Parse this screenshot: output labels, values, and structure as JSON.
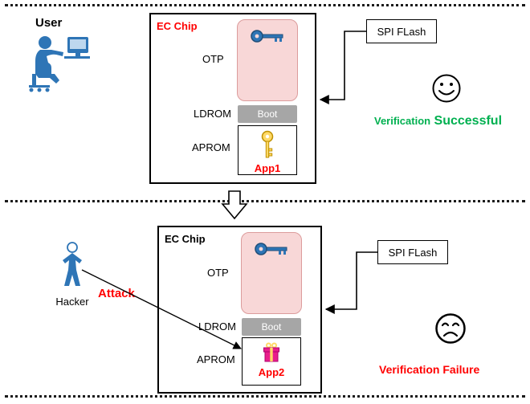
{
  "top": {
    "user_label": "User",
    "chip": {
      "title": "EC Chip",
      "otp": "OTP",
      "ldrom": "LDROM",
      "aprom": "APROM",
      "boot": "Boot",
      "app": "App1"
    },
    "spi_flash": "SPI FLash",
    "verify_word1": "Verification",
    "verify_word2": "Successful"
  },
  "bottom": {
    "hacker_label": "Hacker",
    "attack_label": "Attack",
    "chip": {
      "title": "EC Chip",
      "otp": "OTP",
      "ldrom": "LDROM",
      "aprom": "APROM",
      "boot": "Boot",
      "app": "App2"
    },
    "spi_flash": "SPI FLash",
    "verify": "Verification Failure"
  },
  "icons": {
    "user": "user-at-computer-icon",
    "hacker": "hacker-person-icon",
    "key_top": "blue-key-icon",
    "key_app1": "yellow-key-icon",
    "gift_app2": "malicious-gift-icon",
    "happy": "smiley-face-icon",
    "sad": "sad-face-icon",
    "down": "flow-down-arrow"
  },
  "colors": {
    "success_green": "#00b050",
    "failure_red": "#ff0000",
    "chip_title_top_red": "#ff0000",
    "otp_fill": "#f8d7d7",
    "otp_border": "#dc9c9c",
    "boot_gray": "#a6a6a6",
    "key_blue": "#2e75b6",
    "key_yellow": "#ffd966",
    "gift_magenta": "#e91e8c",
    "person_blue": "#2e75b6"
  }
}
